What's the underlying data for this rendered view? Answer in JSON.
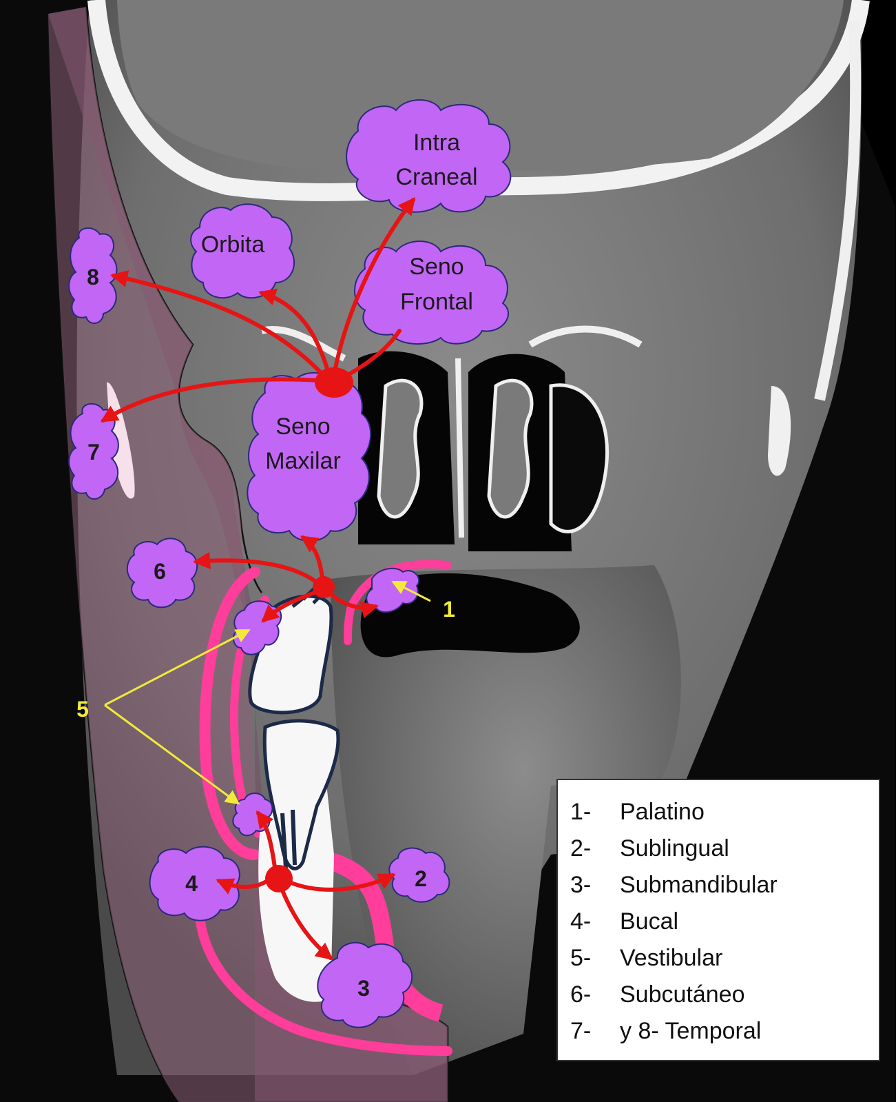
{
  "regions": {
    "intracraneal": [
      "Intra",
      "Craneal"
    ],
    "seno_frontal": [
      "Seno",
      "Frontal"
    ],
    "orbita": "Orbita",
    "seno_maxilar": [
      "Seno",
      "Maxilar"
    ]
  },
  "markers": {
    "n1": "1",
    "n2": "2",
    "n3": "3",
    "n4": "4",
    "n5": "5",
    "n6": "6",
    "n7": "7",
    "n8": "8"
  },
  "legend": [
    {
      "num": "1-",
      "label": "Palatino"
    },
    {
      "num": "2-",
      "label": "Sublingual"
    },
    {
      "num": "3-",
      "label": "Submandibular"
    },
    {
      "num": "4-",
      "label": "Bucal"
    },
    {
      "num": "5-",
      "label": "Vestibular"
    },
    {
      "num": "6-",
      "label": "Subcutáneo"
    },
    {
      "num": "7-",
      "label": "y   8- Temporal"
    }
  ],
  "colors": {
    "cloud": "#c266f5",
    "arrow": "#e61414",
    "band": "#ff3d9a",
    "pointer": "#f2ea3b",
    "tooth_outline": "#1c2a48"
  }
}
